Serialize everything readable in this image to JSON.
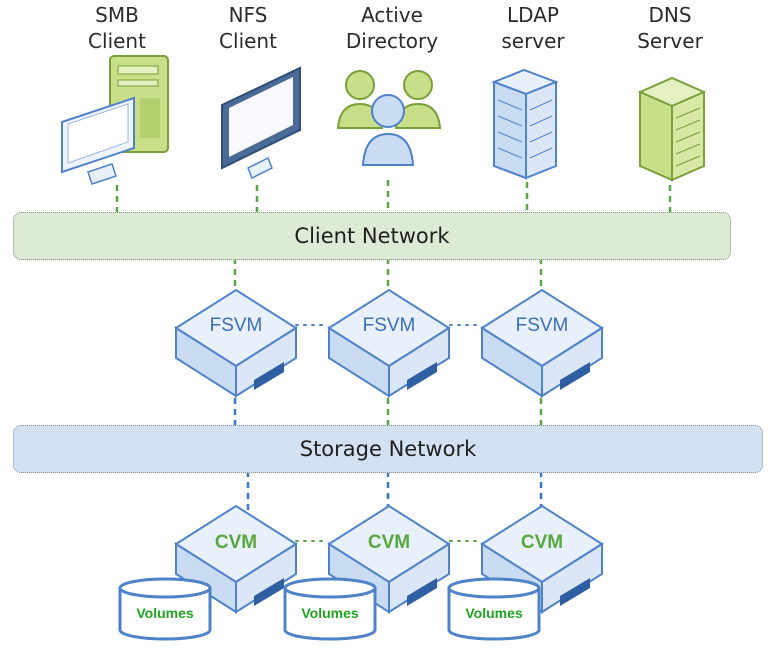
{
  "top_nodes": [
    {
      "label_line1": "SMB",
      "label_line2": "Client",
      "icon": "desktop-tower-icon"
    },
    {
      "label_line1": "NFS",
      "label_line2": "Client",
      "icon": "monitor-icon"
    },
    {
      "label_line1": "Active",
      "label_line2": "Directory",
      "icon": "users-icon"
    },
    {
      "label_line1": "LDAP",
      "label_line2": "server",
      "icon": "server-building-icon"
    },
    {
      "label_line1": "DNS",
      "label_line2": "Server",
      "icon": "server-rack-icon"
    }
  ],
  "networks": {
    "client": "Client Network",
    "storage": "Storage Network"
  },
  "fsvm_nodes": [
    "FSVM",
    "FSVM",
    "FSVM"
  ],
  "cvm_nodes": [
    "CVM",
    "CVM",
    "CVM"
  ],
  "volumes": [
    "Volumes",
    "Volumes",
    "Volumes"
  ],
  "colors": {
    "green_line": "#5aa845",
    "blue_line": "#3a78c8",
    "server_top": "#e8f0fb",
    "server_stroke": "#4f83c9",
    "cvm_text": "#59a83d",
    "volume_text": "#1fa51f"
  }
}
